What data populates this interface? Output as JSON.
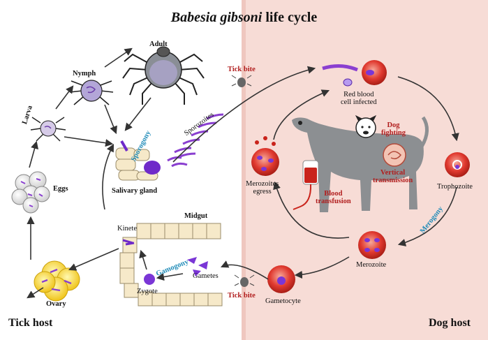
{
  "title": {
    "species": "Babesia gibsoni",
    "rest": " life cycle"
  },
  "hosts": {
    "tick": "Tick host",
    "dog": "Dog host"
  },
  "tick_stages": {
    "adult": "Adult",
    "nymph": "Nymph",
    "larva": "Larva",
    "eggs": "Eggs",
    "ovary": "Ovary",
    "salivary_gland": "Salivary gland",
    "midgut": "Midgut",
    "kinete": "Kinete",
    "gametes": "Gametes",
    "zygote": "Zygote"
  },
  "processes": {
    "sporogony": "Sporogony",
    "sporozoites": "Sporozoites",
    "gamogony": "Gamogony",
    "merogony": "Merogony"
  },
  "dog_stages": {
    "rbc_infected": "Red blood\ncell infected",
    "trophozoite": "Trophozoite",
    "merozoite": "Merozoite",
    "gametocyte": "Gametocyte",
    "merozoites_egress": "Merozoites\negress"
  },
  "transmission": {
    "tick_bite_top": "Tick bite",
    "tick_bite_bottom": "Tick bite",
    "dog_fighting": "Dog\nfighting",
    "vertical": "Vertical\ntransmission",
    "blood_transfusion": "Blood\ntransfusion"
  },
  "colors": {
    "parasite": "#8a3fd0",
    "rbc": "#e0392f",
    "label_red": "#b11d1d",
    "label_teal": "#1f8bb8",
    "dog_bg": "#f7dcd6"
  }
}
